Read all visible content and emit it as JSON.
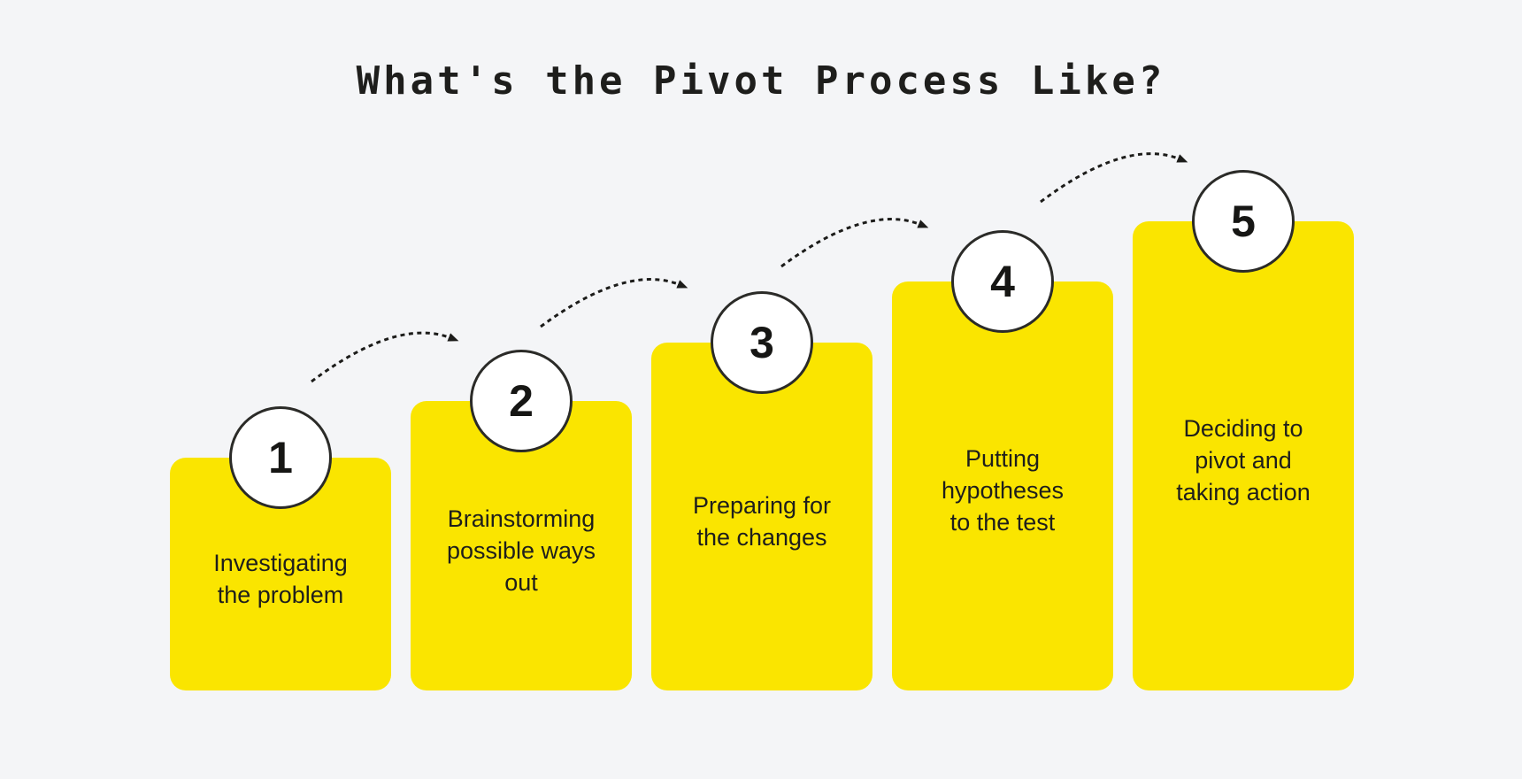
{
  "title": "What's the Pivot Process Like?",
  "colors": {
    "background": "#F4F5F7",
    "bar_fill": "#FAE500",
    "circle_fill": "#FFFFFF",
    "outline": "#2B2B28",
    "text": "#1E1E1C"
  },
  "steps": [
    {
      "number": "1",
      "label": "Investigating\nthe problem"
    },
    {
      "number": "2",
      "label": "Brainstorming\npossible ways\nout"
    },
    {
      "number": "3",
      "label": "Preparing for\nthe changes"
    },
    {
      "number": "4",
      "label": "Putting\nhypotheses\nto the test"
    },
    {
      "number": "5",
      "label": "Deciding to\npivot and\ntaking action"
    }
  ]
}
